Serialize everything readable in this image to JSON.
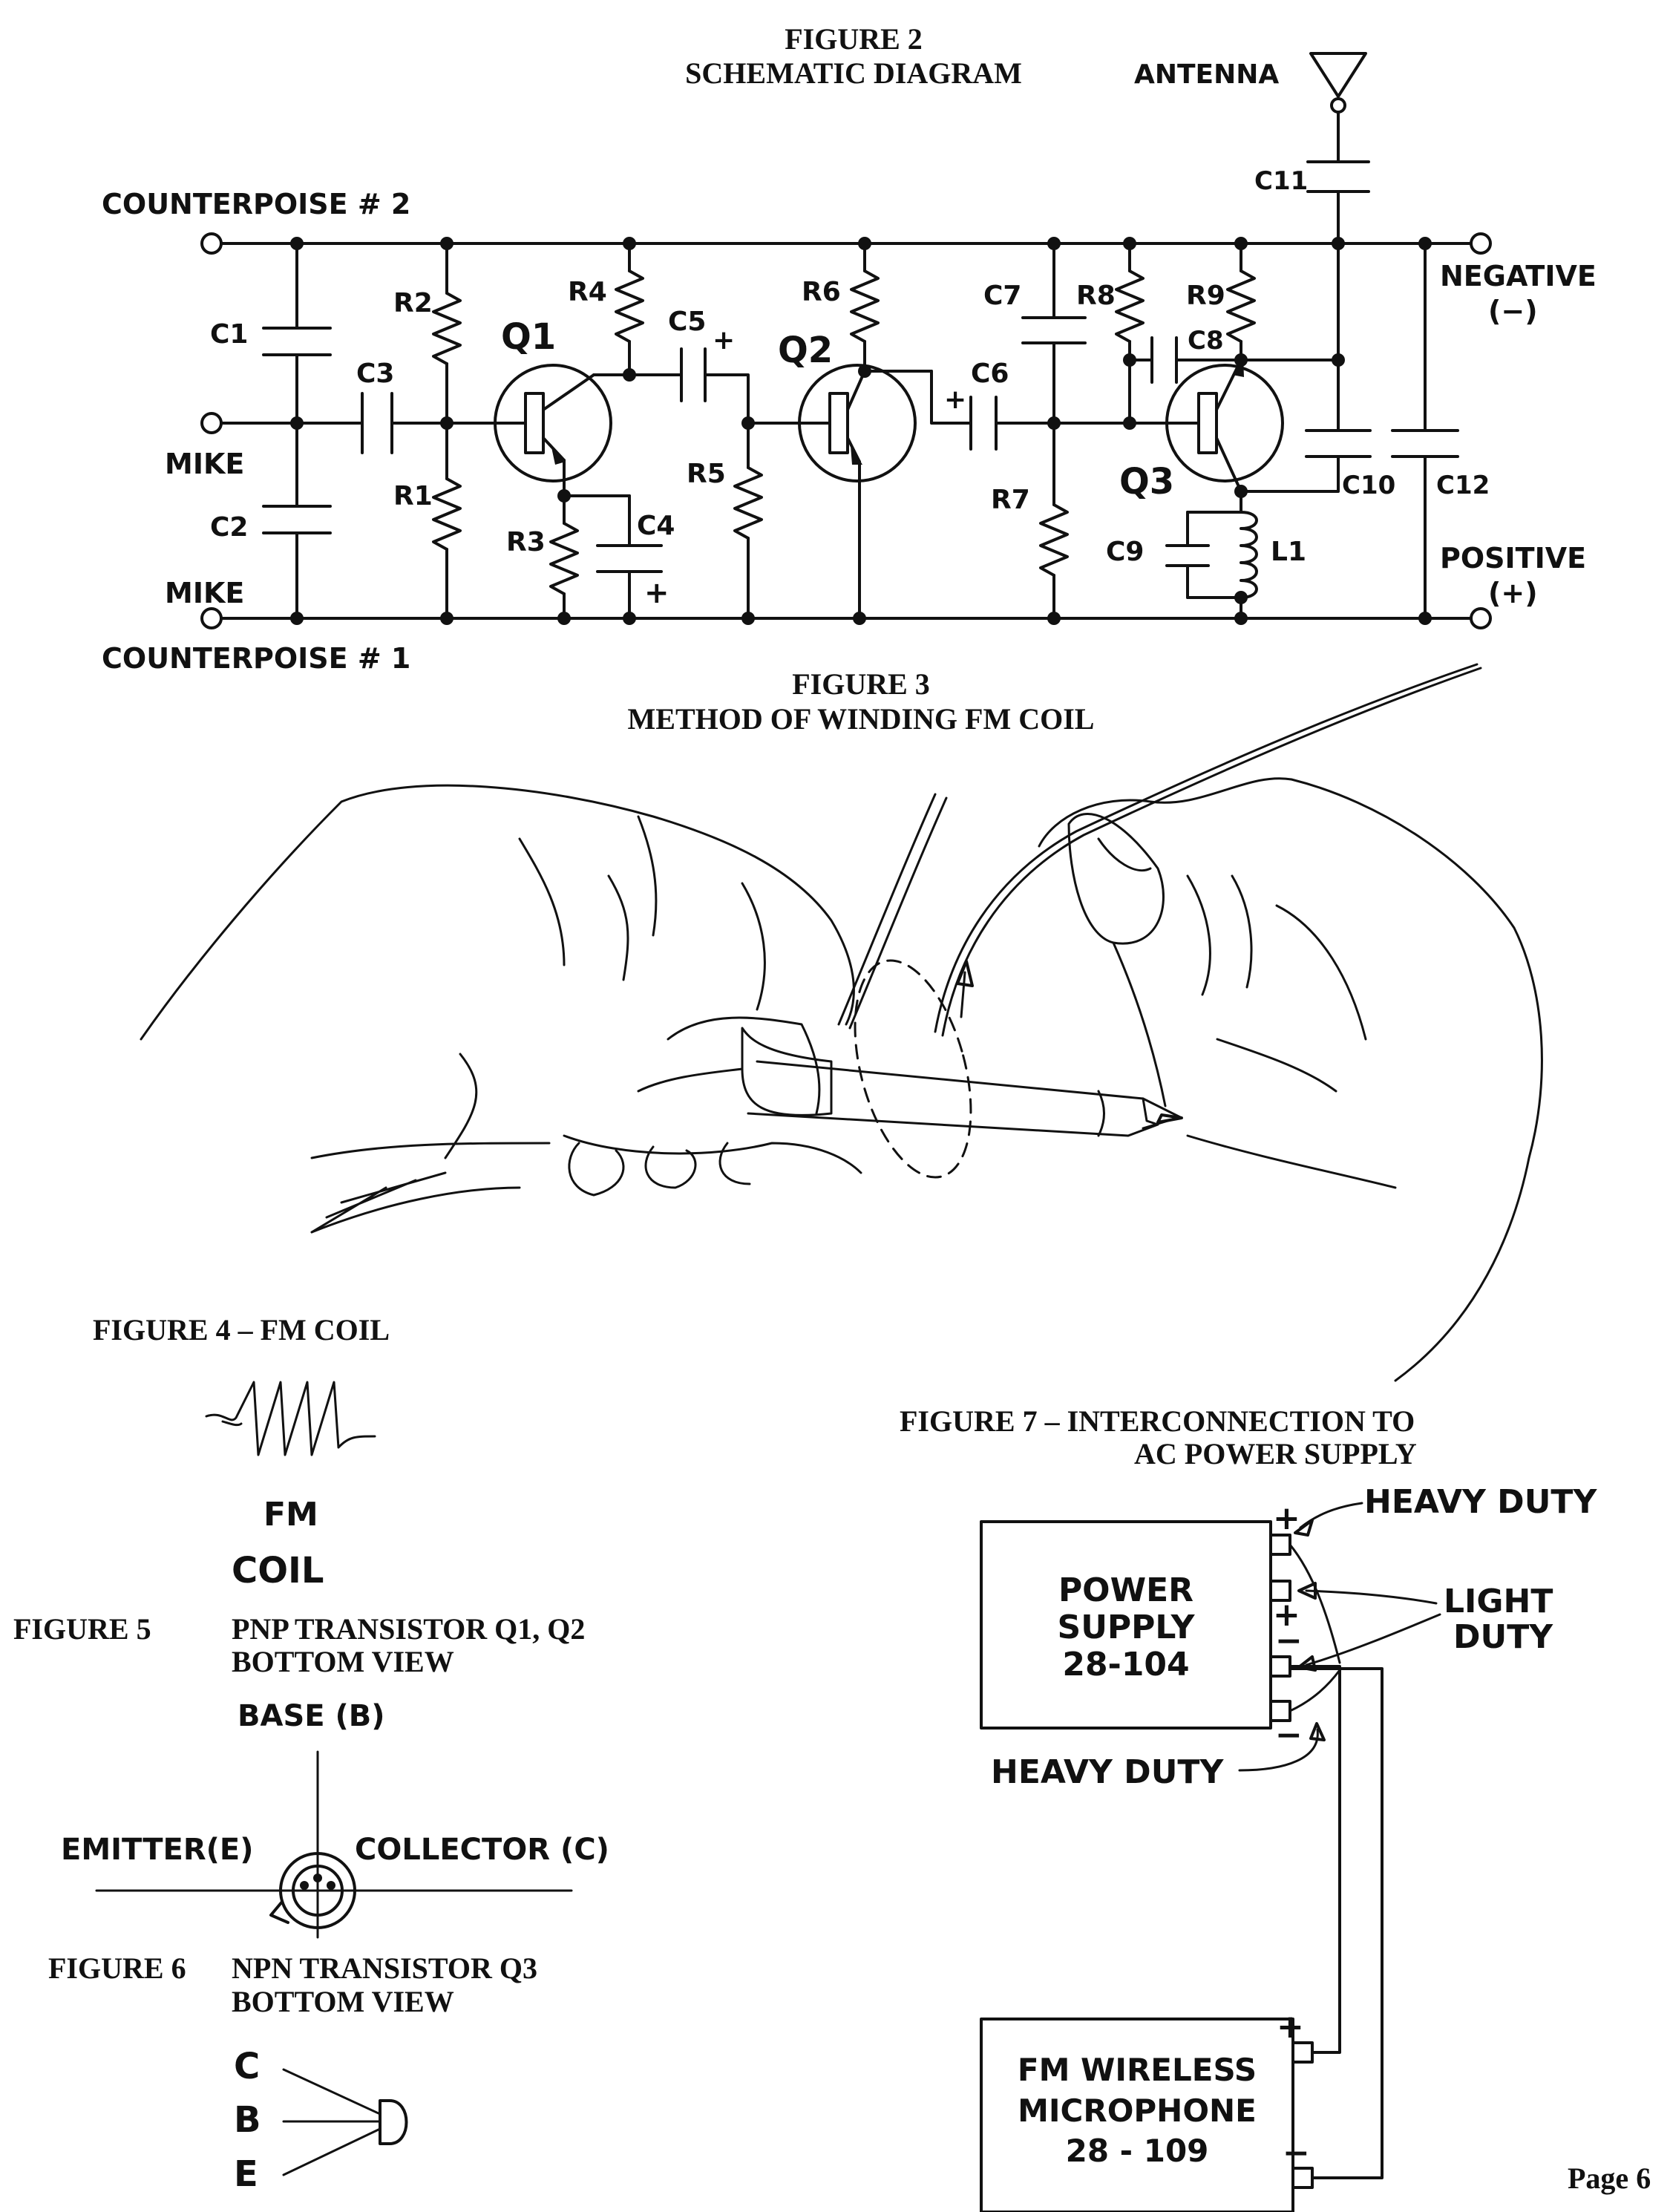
{
  "fig2": {
    "title": "FIGURE 2",
    "subtitle": "SCHEMATIC DIAGRAM",
    "antenna": "ANTENNA",
    "counterpoise2": "COUNTERPOISE # 2",
    "counterpoise1": "COUNTERPOISE # 1",
    "mike_top": "MIKE",
    "mike_bottom": "MIKE",
    "negative": "NEGATIVE",
    "negative_sign": "(−)",
    "positive": "POSITIVE",
    "positive_sign": "(+)",
    "parts": {
      "C1": "C1",
      "C2": "C2",
      "C3": "C3",
      "C4": "C4",
      "C5": "C5",
      "C6": "C6",
      "C7": "C7",
      "C8": "C8",
      "C9": "C9",
      "C10": "C10",
      "C11": "C11",
      "C12": "C12",
      "R1": "R1",
      "R2": "R2",
      "R3": "R3",
      "R4": "R4",
      "R5": "R5",
      "R6": "R6",
      "R7": "R7",
      "R8": "R8",
      "R9": "R9",
      "L1": "L1",
      "Q1": "Q1",
      "Q2": "Q2",
      "Q3": "Q3"
    },
    "plus": "+"
  },
  "fig3": {
    "title": "FIGURE 3",
    "subtitle": "METHOD OF WINDING FM COIL"
  },
  "fig4": {
    "title": "FIGURE 4 – FM COIL",
    "label_line1": "FM",
    "label_line2": "COIL"
  },
  "fig5": {
    "title": "FIGURE 5",
    "caption_line1": "PNP TRANSISTOR Q1, Q2",
    "caption_line2": "BOTTOM VIEW",
    "base": "BASE (B)",
    "emitter": "EMITTER(E)",
    "collector": "COLLECTOR (C)"
  },
  "fig6": {
    "title": "FIGURE 6",
    "caption_line1": "NPN TRANSISTOR Q3",
    "caption_line2": "BOTTOM VIEW",
    "pin_c": "C",
    "pin_b": "B",
    "pin_e": "E"
  },
  "fig7": {
    "title_line1": "FIGURE 7 – INTERCONNECTION TO",
    "title_line2": "AC POWER SUPPLY",
    "heavy_duty_top": "HEAVY DUTY",
    "heavy_duty_bottom": "HEAVY DUTY",
    "light": "LIGHT",
    "duty": "DUTY",
    "psu_line1": "POWER",
    "psu_line2": "SUPPLY",
    "psu_line3": "28-104",
    "mic_line1": "FM WIRELESS",
    "mic_line2": "MICROPHONE",
    "mic_line3": "28 - 109",
    "plus": "+",
    "minus": "−"
  },
  "page_number": "Page 6"
}
